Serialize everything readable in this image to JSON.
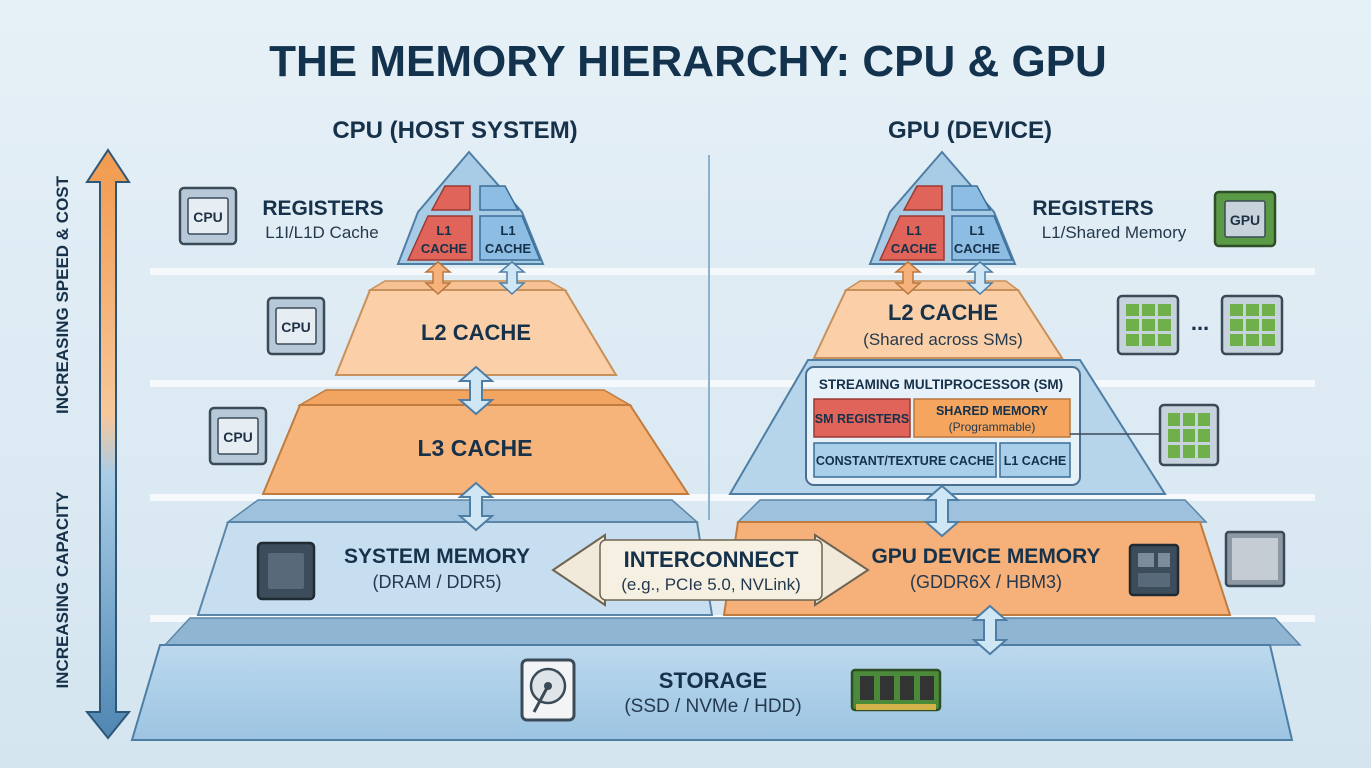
{
  "title": "THE MEMORY HIERARCHY: CPU & GPU",
  "cpu": {
    "heading": "CPU (HOST SYSTEM)",
    "registers": "REGISTERS",
    "l1_desc": "L1I/L1D Cache",
    "l1_left": [
      "L1",
      "CACHE"
    ],
    "l1_right": [
      "L1",
      "CACHE"
    ],
    "l2": "L2 CACHE",
    "l3": "L3 CACHE",
    "memory": "SYSTEM MEMORY",
    "memory_sub": "(DRAM / DDR5)",
    "chip_label": "CPU"
  },
  "gpu": {
    "heading": "GPU (DEVICE)",
    "registers": "REGISTERS",
    "l1_desc": "L1/Shared Memory",
    "l1_left": [
      "L1",
      "CACHE"
    ],
    "l1_right": [
      "L1",
      "CACHE"
    ],
    "l2": "L2 CACHE",
    "l2_sub": "(Shared across SMs)",
    "sm_title": "STREAMING MULTIPROCESSOR (SM)",
    "sm_registers": "SM REGISTERS",
    "shared_memory": "SHARED MEMORY",
    "shared_memory_sub": "(Programmable)",
    "const_texture": "CONSTANT/TEXTURE CACHE",
    "sm_l1": "L1 CACHE",
    "memory": "GPU DEVICE MEMORY",
    "memory_sub": "(GDDR6X / HBM3)",
    "chip_label": "GPU",
    "ellipsis": "..."
  },
  "interconnect": {
    "label": "INTERCONNECT",
    "sub": "(e.g., PCIe 5.0, NVLink)"
  },
  "storage": {
    "label": "STORAGE",
    "sub": "(SSD / NVMe / HDD)"
  },
  "axis": {
    "top_label": "INCREASING SPEED & COST",
    "bottom_label": "INCREASING CAPACITY"
  },
  "colors": {
    "red": "#e0645a",
    "blue": "#8dbde3",
    "orange": "#f6b27a",
    "light_orange": "#fbd3ac",
    "light_blue": "#cfe3f1",
    "navy": "#12324d"
  }
}
